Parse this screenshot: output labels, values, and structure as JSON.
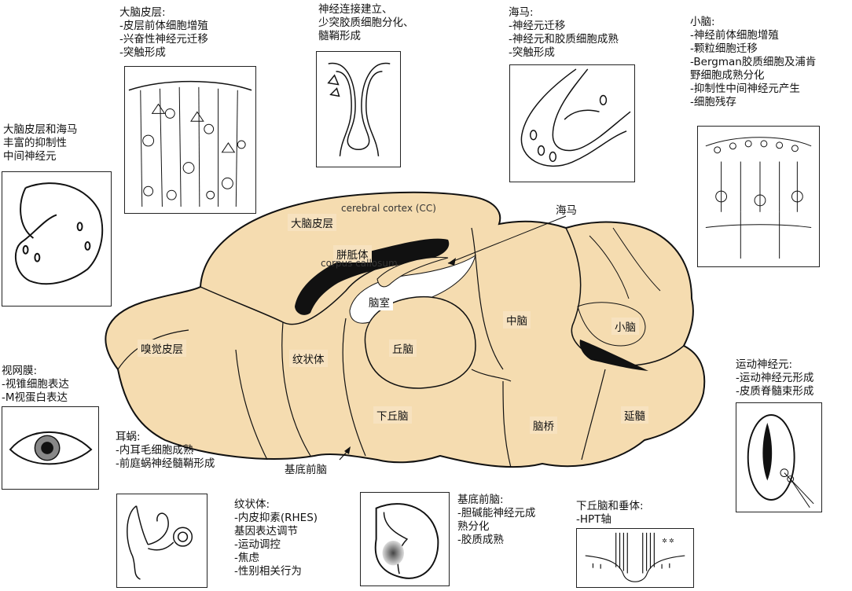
{
  "regions": {
    "cortex": "大脑皮层",
    "cortex_cc": "cerebral cortex (CC)",
    "corpus_callosum": "胼胝体",
    "corpus_callosum_en": "corpus callosum",
    "ventricle": "脑室",
    "hippocampus": "海马",
    "olfactory": "嗅觉皮层",
    "striatum": "纹状体",
    "thalamus": "丘脑",
    "midbrain": "中脑",
    "cerebellum": "小脑",
    "hypothalamus": "下丘脑",
    "pons": "脑桥",
    "medulla": "延髓",
    "basal_forebrain": "基底前脑"
  },
  "notes": {
    "cortex_dev": {
      "title": "大脑皮层:",
      "lines": [
        "-皮层前体细胞增殖",
        "-兴奋性神经元迁移",
        "-突触形成"
      ]
    },
    "connections": {
      "lines": [
        "神经连接建立、",
        "少突胶质细胞分化、",
        "髓鞘形成"
      ]
    },
    "hippocampus_dev": {
      "title": "海马:",
      "lines": [
        "-神经元迁移",
        "-神经元和胶质细胞成熟",
        "-突触形成"
      ]
    },
    "cerebellum_dev": {
      "title": "小脑:",
      "lines": [
        "-神经前体细胞增殖",
        "-颗粒细胞迁移",
        "-Bergman胶质细胞及浦肯",
        "野细胞成熟分化",
        "-抑制性中间神经元产生",
        "-细胞残存"
      ]
    },
    "interneurons": {
      "lines": [
        "大脑皮层和海马",
        "丰富的抑制性",
        "中间神经元"
      ]
    },
    "retina": {
      "title": "视网膜:",
      "lines": [
        "-视锥细胞表达",
        "-M视蛋白表达"
      ]
    },
    "cochlea": {
      "title": "耳蜗:",
      "lines": [
        "-内耳毛细胞成熟",
        "-前庭蜗神经髓鞘形成"
      ]
    },
    "motor": {
      "title": "运动神经元:",
      "lines": [
        "-运动神经元形成",
        "-皮质脊髓束形成"
      ]
    },
    "striatum_dev": {
      "title": "纹状体:",
      "lines": [
        "-内皮抑素(RHES)",
        "基因表达调节",
        "-运动调控",
        "-焦虑",
        "-性别相关行为"
      ]
    },
    "basal_forebrain_dev": {
      "title": "基底前脑:",
      "lines": [
        "-胆碱能神经元成",
        "熟分化",
        "-胶质成熟"
      ]
    },
    "hpt": {
      "title": "下丘脑和垂体:",
      "lines": [
        "-HPT轴"
      ]
    }
  },
  "colors": {
    "brain_fill": "#f5dcb0",
    "outline": "#111111",
    "label_bg": "#f7e2bf"
  }
}
